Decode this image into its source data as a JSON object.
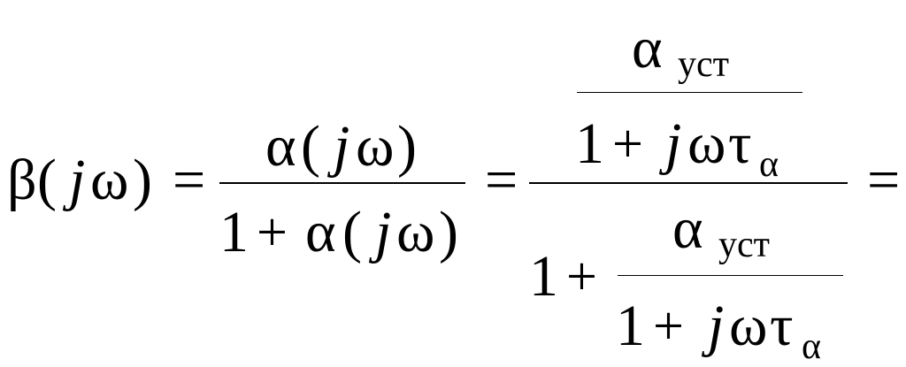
{
  "formula": {
    "lhs": {
      "beta": "β",
      "open_paren": "(",
      "j": "j",
      "omega": "ω",
      "close_paren": ")"
    },
    "eq1": "=",
    "eq2": "=",
    "eq3": "=",
    "frac1": {
      "num": {
        "alpha": "α",
        "open_paren": "(",
        "j": "j",
        "omega": "ω",
        "close_paren": ")"
      },
      "den": {
        "one": "1",
        "plus": "+",
        "alpha": "α",
        "open_paren": "(",
        "j": "j",
        "omega": "ω",
        "close_paren": ")"
      }
    },
    "frac2": {
      "num": {
        "alpha": "α",
        "sub": "уст",
        "den_one": "1",
        "den_plus": "+",
        "den_j": "j",
        "den_omega": "ω",
        "den_tau": "τ",
        "den_tau_sub": "α"
      },
      "den": {
        "one": "1",
        "plus": "+",
        "alpha": "α",
        "sub": "уст",
        "den_one": "1",
        "den_plus": "+",
        "den_j": "j",
        "den_omega": "ω",
        "den_tau": "τ",
        "den_tau_sub": "α"
      }
    }
  }
}
